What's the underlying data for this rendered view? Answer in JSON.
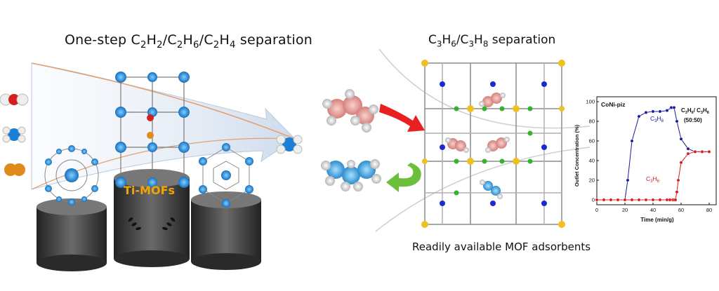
{
  "left_panel": {
    "title_prefix": "One-step C",
    "title_chem": [
      "2",
      "H",
      "2",
      "/C",
      "2",
      "H",
      "6",
      "/C",
      "2",
      "H",
      "4"
    ],
    "title_suffix": " separation",
    "platform_label": "Ti-MOFs",
    "colors": {
      "accent": "#f2a500",
      "arrow": "#dbe6f3",
      "platform": "#3a3a3a"
    }
  },
  "middle_panel": {
    "title_parts": [
      "C",
      "3",
      "H",
      "6",
      "/C",
      "3",
      "H",
      "8",
      " separation"
    ],
    "caption": "Readily available MOF adsorbents",
    "colors": {
      "red_arrow": "#e82020",
      "green_arrow": "#6bbf3a",
      "propylene": "#e8a6a0",
      "propane": "#4aa3d9"
    }
  },
  "chart_data": {
    "type": "line",
    "annotation": "CoNi-piz",
    "legend_text": [
      "C3H6/ C3H8",
      "(50:50)"
    ],
    "xlabel": "Time (min/g)",
    "ylabel": "Outlet Concentration (%)",
    "xlim": [
      0,
      85
    ],
    "ylim": [
      -5,
      105
    ],
    "xticks": [
      0,
      20,
      40,
      60,
      80
    ],
    "yticks": [
      0,
      20,
      40,
      60,
      80,
      100
    ],
    "series": [
      {
        "name": "C3H8",
        "color": "#1a1aa0",
        "x": [
          0,
          5,
          10,
          15,
          20,
          22,
          25,
          30,
          35,
          40,
          45,
          50,
          53,
          55,
          57,
          60,
          65,
          70,
          75,
          80
        ],
        "y": [
          0,
          0,
          0,
          0,
          0,
          20,
          60,
          85,
          89,
          90,
          90,
          91,
          94,
          94,
          80,
          62,
          52,
          49,
          49,
          49
        ]
      },
      {
        "name": "C3H6",
        "color": "#d41f1f",
        "x": [
          0,
          5,
          10,
          15,
          20,
          25,
          30,
          35,
          40,
          45,
          50,
          52,
          54,
          55,
          56,
          57,
          58,
          60,
          65,
          70,
          75,
          80
        ],
        "y": [
          0,
          0,
          0,
          0,
          0,
          0,
          0,
          0,
          0,
          0,
          0,
          0,
          0,
          0,
          0,
          8,
          20,
          38,
          47,
          49,
          49,
          49
        ]
      }
    ]
  }
}
